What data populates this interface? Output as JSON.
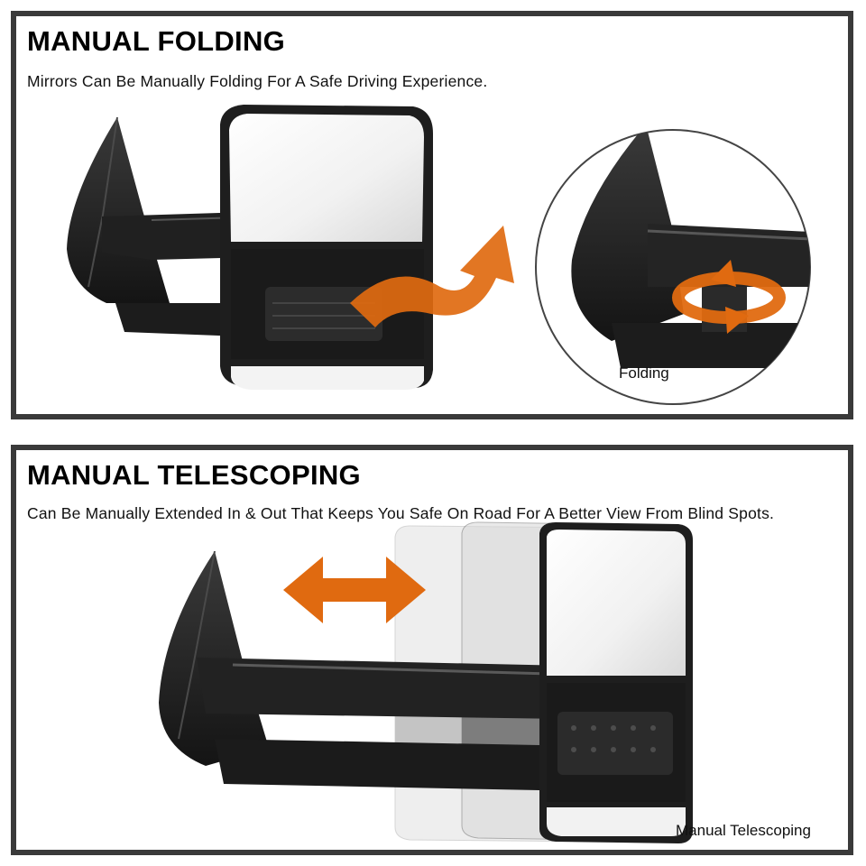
{
  "folding": {
    "title": "MANUAL FOLDING",
    "description": "Mirrors Can Be Manually Folding For A Safe Driving Experience.",
    "callout_label": "Folding"
  },
  "telescoping": {
    "title": "MANUAL TELESCOPING",
    "description": "Can Be Manually Extended In & Out That Keeps You Safe On Road For A Better View From Blind Spots.",
    "callout_label": "Manual Telescoping"
  },
  "colors": {
    "border": "#3a3a3a",
    "arrow": "#e06a10",
    "mirror_body": "#1e1e1e",
    "mirror_glass": "#f4f4f4"
  }
}
